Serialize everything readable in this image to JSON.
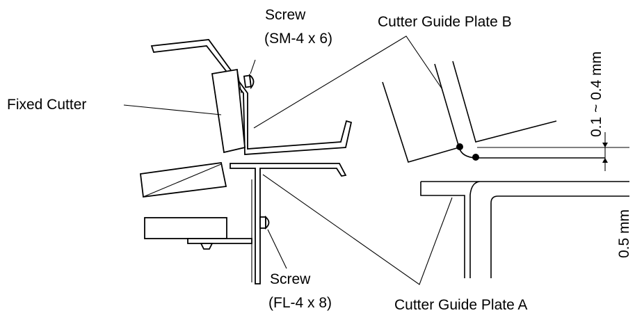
{
  "labels": {
    "screw_top": "Screw",
    "screw_top_spec": "(SM-4 x 6)",
    "cutter_guide_b": "Cutter Guide Plate B",
    "fixed_cutter": "Fixed Cutter",
    "gap_b": "0.1 ~ 0.4 mm",
    "gap_a": "0.5 mm",
    "screw_bottom": "Screw",
    "screw_bottom_spec": "(FL-4 x 8)",
    "cutter_guide_a": "Cutter Guide Plate A"
  }
}
